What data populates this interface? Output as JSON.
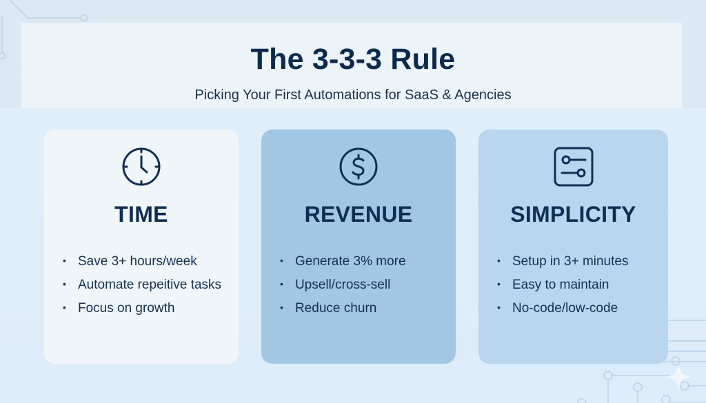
{
  "header": {
    "title": "The 3-3-3 Rule",
    "subtitle": "Picking Your First Automations for SaaS & Agencies"
  },
  "cards": [
    {
      "icon": "clock-icon",
      "heading": "TIME",
      "bg": "#f0f5fa",
      "items": [
        "Save 3+ hours/week",
        "Automate repeitive tasks",
        "Focus on growth"
      ]
    },
    {
      "icon": "dollar-icon",
      "heading": "REVENUE",
      "bg": "#a3c6e3",
      "items": [
        "Generate 3% more",
        "Upsell/cross-sell",
        "Reduce churn"
      ]
    },
    {
      "icon": "sliders-icon",
      "heading": "SIMPLICITY",
      "bg": "#b9d6ee",
      "items": [
        "Setup in 3+ minutes",
        "Easy to maintain",
        "No-code/low-code"
      ]
    }
  ],
  "bullet": "•",
  "colors": {
    "text_dark": "#0c2a4b",
    "background": "#dde9f3"
  }
}
